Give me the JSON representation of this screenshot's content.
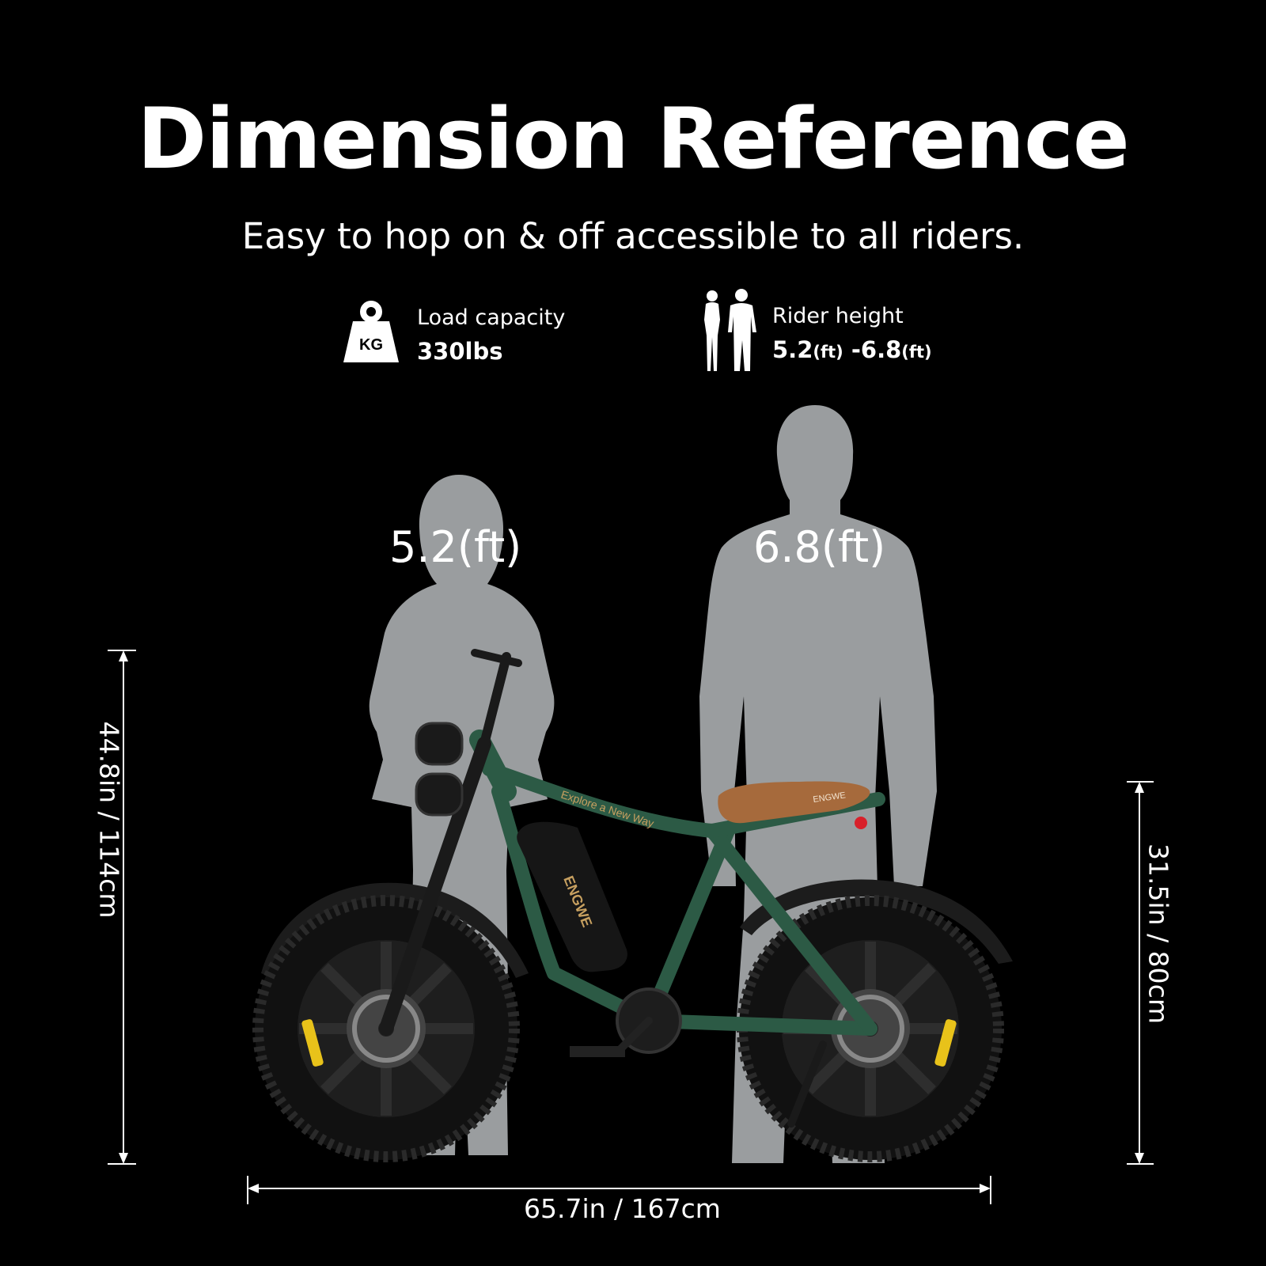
{
  "title": "Dimension Reference",
  "subtitle": "Easy to hop on & off accessible to all riders.",
  "specs": {
    "load_label": "Load capacity",
    "load_value": "330lbs",
    "kg_icon_text": "KG",
    "rider_label": "Rider height",
    "rider_min": "5.2",
    "rider_min_unit": "(ft)",
    "rider_sep": " -",
    "rider_max": "6.8",
    "rider_max_unit": "(ft)"
  },
  "silhouettes": {
    "woman_height": "5.2(ft)",
    "man_height": "6.8(ft)"
  },
  "dimensions": {
    "overall_height": "44.8in / 114cm",
    "seat_height": "31.5in / 80cm",
    "length": "65.7in / 167cm"
  },
  "bike_text": {
    "tagline": "Explore a New Way",
    "brand": "ENGWE"
  },
  "colors": {
    "background": "#000000",
    "silhouette": "#9a9d9f",
    "frame": "#2c5a45",
    "seat": "#a66a3c",
    "reflector": "#e8c21a"
  }
}
